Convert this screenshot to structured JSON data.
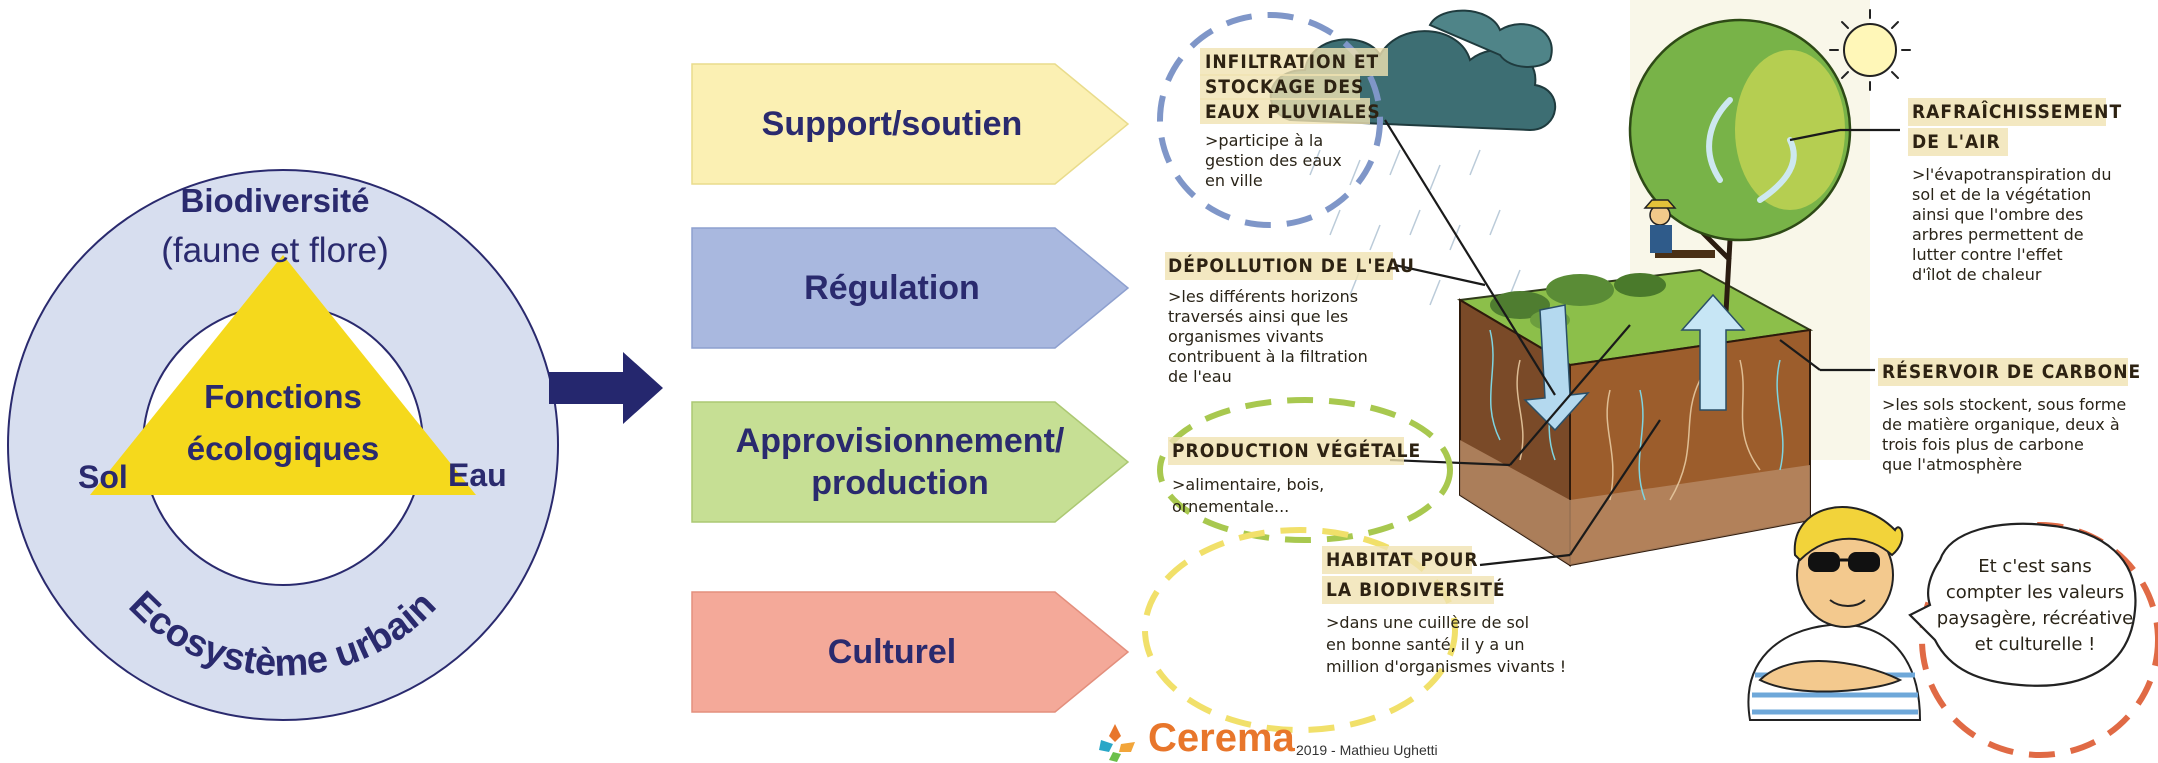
{
  "left_diagram": {
    "outer_label_top": "Biodiversité",
    "outer_label_sub": "(faune et flore)",
    "center_line1": "Fonctions",
    "center_line2": "écologiques",
    "left_label": "Sol",
    "right_label": "Eau",
    "bottom_arc": "Ecosystème urbain"
  },
  "service_arrows": [
    {
      "label": "Support/soutien",
      "color": "#fbf0b3"
    },
    {
      "label": "Régulation",
      "color": "#a9b8df"
    },
    {
      "label": "Approvisionnement/ production",
      "color": "#c6df94"
    },
    {
      "label": "Culturel",
      "color": "#f4a999"
    }
  ],
  "illustration": {
    "infiltration": {
      "title1": "INFILTRATION ET",
      "title2": "STOCKAGE DES",
      "title3": "EAUX PLUVIALES",
      "desc1": ">participe à la",
      "desc2": "gestion des eaux",
      "desc3": "en ville"
    },
    "depollution": {
      "title": "DÉPOLLUTION DE L'EAU",
      "desc1": ">les différents horizons",
      "desc2": "traversés ainsi que les",
      "desc3": "organismes vivants",
      "desc4": "contribuent à la filtration",
      "desc5": "de l'eau"
    },
    "production": {
      "title": "PRODUCTION VÉGÉTALE",
      "desc1": ">alimentaire, bois,",
      "desc2": "ornementale..."
    },
    "habitat": {
      "title1": "HABITAT POUR",
      "title2": "LA BIODIVERSITÉ",
      "desc1": ">dans une cuillère de sol",
      "desc2": "en bonne santé, il y a un",
      "desc3": "million d'organismes vivants !"
    },
    "rafraichissement": {
      "title1": "RAFRAÎCHISSEMENT",
      "title2": "DE L'AIR",
      "desc1": ">l'évapotranspiration du",
      "desc2": "sol et de la végétation",
      "desc3": "ainsi que l'ombre des",
      "desc4": "arbres permettent de",
      "desc5": "lutter contre l'effet",
      "desc6": "d'îlot de chaleur"
    },
    "reservoir": {
      "title": "RÉSERVOIR DE CARBONE",
      "desc1": ">les sols stockent, sous forme",
      "desc2": "de matière organique, deux à",
      "desc3": "trois fois plus de carbone",
      "desc4": "que l'atmosphère"
    },
    "speech": {
      "line1": "Et c'est sans",
      "line2": "compter les valeurs",
      "line3": "paysagère, récréative",
      "line4": "et culturelle !"
    }
  },
  "footer": {
    "logo_text": "Cerema",
    "credit": "2019 - Mathieu Ughetti"
  },
  "colors": {
    "navy": "#2a2a6e",
    "triangle": "#f5d91c",
    "ring": "#d7deef",
    "dash_blue": "#7f96c8",
    "dash_green": "#a8c84f",
    "dash_yellow": "#f1e06a",
    "dash_red": "#e06a45",
    "cerema_orange": "#e8762b"
  }
}
